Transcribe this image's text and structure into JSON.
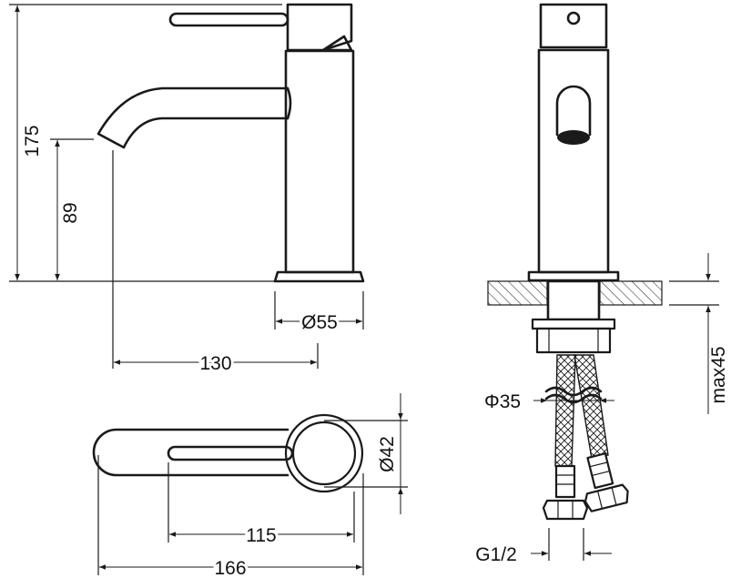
{
  "colors": {
    "line": "#1a1a1a",
    "paper": "#ffffff"
  },
  "dimensions": {
    "height_total": "175",
    "spout_height": "89",
    "base_diameter": "Ø55",
    "spout_reach": "130",
    "body_diameter": "Ø42",
    "lever_to_axis": "115",
    "overall_length": "166",
    "mounting_hole": "Φ35",
    "deck_thickness": "max45",
    "connection_thread": "G1/2"
  }
}
